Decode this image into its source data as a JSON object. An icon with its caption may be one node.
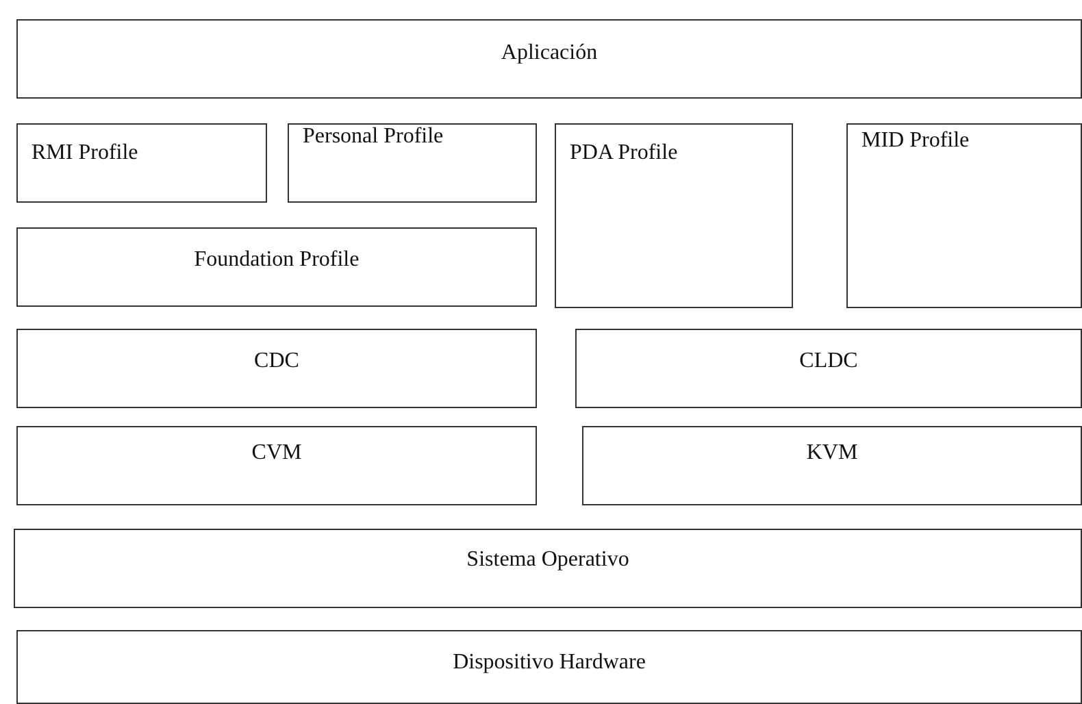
{
  "diagram": {
    "nodes": [
      {
        "text": [
          "Aplicación"
        ]
      },
      {
        "text": [
          "RMI Profile"
        ]
      },
      {
        "text": [
          "Personal Profile"
        ]
      },
      {
        "text": [
          "PDA Profile"
        ]
      },
      {
        "text": [
          "MID Profile"
        ]
      },
      {
        "text": [
          "Foundation Profile"
        ]
      },
      {
        "text": [
          "CDC"
        ]
      },
      {
        "text": [
          "CLDC"
        ]
      },
      {
        "text": [
          "CVM"
        ]
      },
      {
        "text": [
          "KVM"
        ]
      },
      {
        "text": [
          "Sistema Operativo"
        ]
      },
      {
        "text": [
          "Dispositivo Hardware"
        ]
      }
    ]
  }
}
